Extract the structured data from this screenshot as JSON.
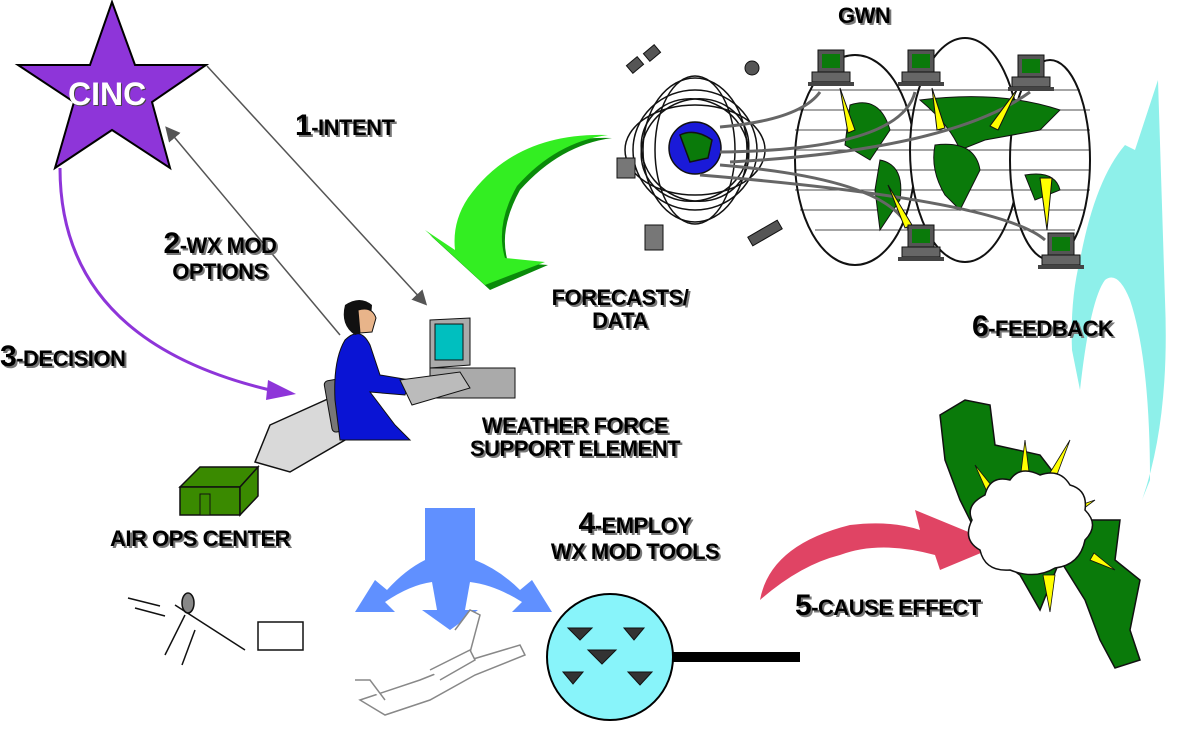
{
  "diagram": {
    "nodes": {
      "cinc": {
        "label": "CINC",
        "color": "#8e35d9"
      },
      "gwn": {
        "label": "GWN"
      },
      "forecasts": {
        "line1": "FORECASTS/",
        "line2": "DATA"
      },
      "wfse": {
        "line1": "WEATHER FORCE",
        "line2": "SUPPORT ELEMENT"
      },
      "air_ops": {
        "label": "AIR OPS CENTER"
      }
    },
    "steps": [
      {
        "num": "1",
        "text": "-INTENT"
      },
      {
        "num": "2",
        "text": "-WX MOD",
        "text2": "OPTIONS"
      },
      {
        "num": "3",
        "text": "-DECISION"
      },
      {
        "num": "4",
        "text": "-EMPLOY",
        "text2": "WX MOD TOOLS"
      },
      {
        "num": "5",
        "text": "-CAUSE EFFECT"
      },
      {
        "num": "6",
        "text": "-FEEDBACK"
      }
    ],
    "colors": {
      "cinc_star": "#8e35d9",
      "decision_arrow": "#8e35d9",
      "forecast_arrow": "#33ee22",
      "forecast_arrow_shadow": "#0a8a0a",
      "employ_arrow": "#6090ff",
      "cause_arrow": "#e04464",
      "feedback_bolt": "#8ef0ea",
      "land_green": "#0a7a0a",
      "lightning_yellow": "#ffff00",
      "circle_cyan": "#88f4fa",
      "operator_blue": "#0a14d4",
      "monitor_screen": "#00bfbf"
    }
  }
}
